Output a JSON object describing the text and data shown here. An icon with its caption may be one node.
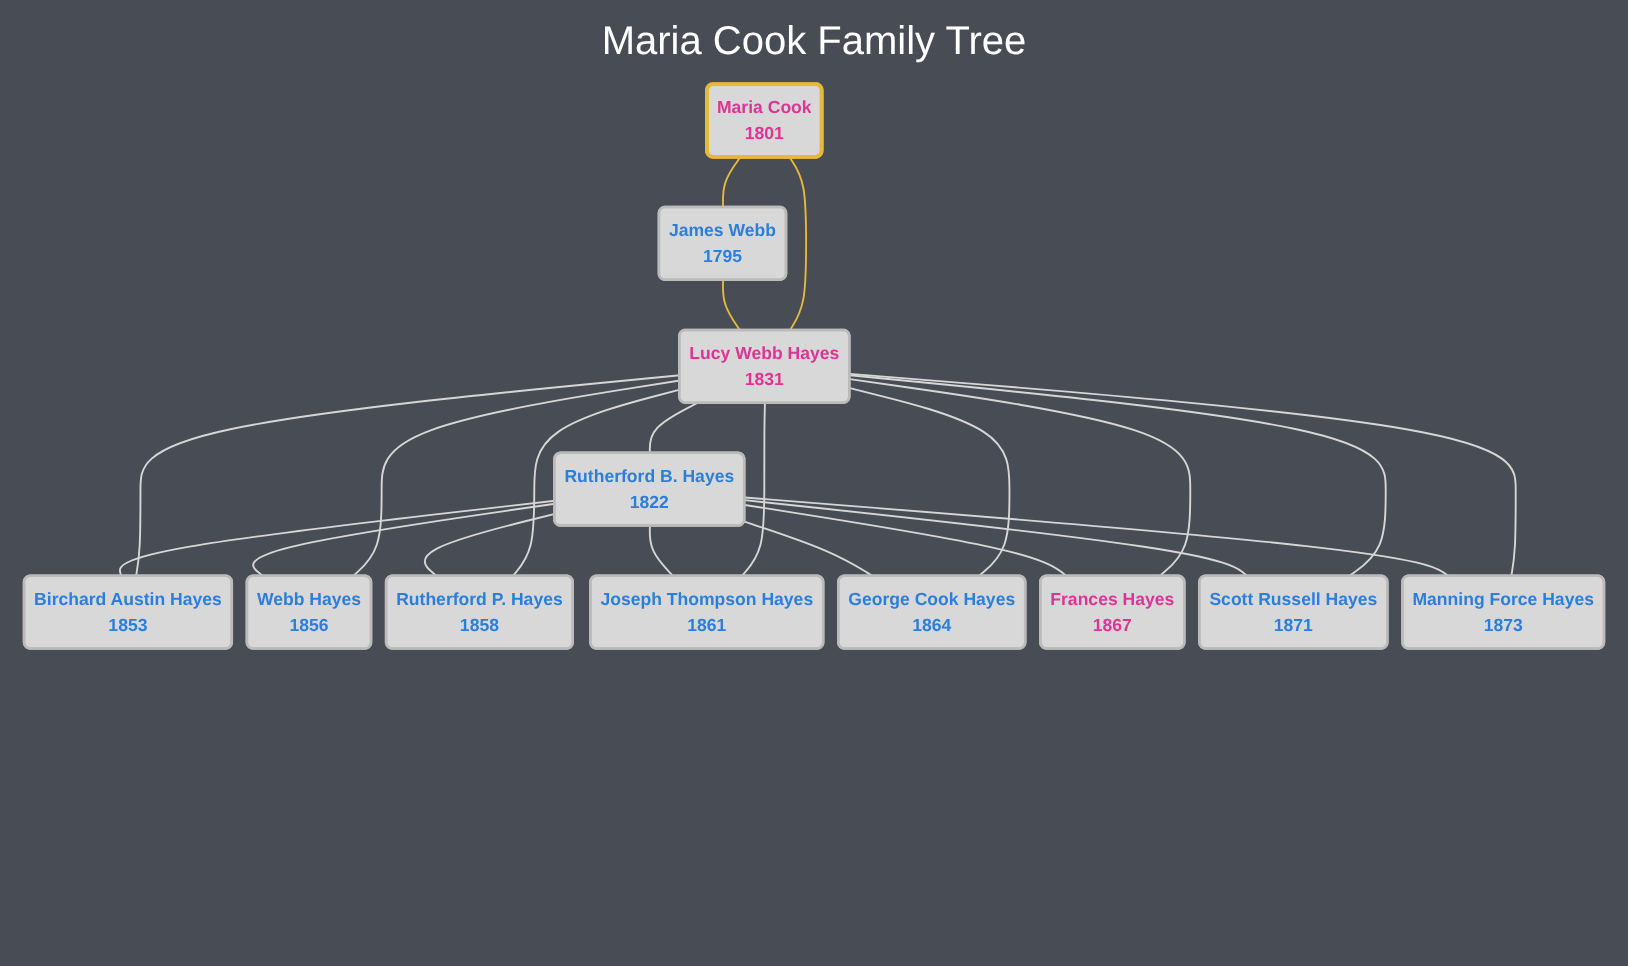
{
  "diagram": {
    "title": "Maria Cook Family Tree",
    "nodes": [
      {
        "text": [
          "James Webb",
          "1795"
        ]
      },
      {
        "text": [
          "Maria Cook",
          "1801"
        ]
      },
      {
        "text": [
          "Rutherford B. Hayes",
          "1822"
        ]
      },
      {
        "text": [
          "Lucy Webb Hayes",
          "1831"
        ]
      },
      {
        "text": [
          "Birchard Austin Hayes",
          "1853"
        ]
      },
      {
        "text": [
          "Webb Hayes",
          "1856"
        ]
      },
      {
        "text": [
          "Rutherford P. Hayes",
          "1858"
        ]
      },
      {
        "text": [
          "Joseph Thompson Hayes",
          "1861"
        ]
      },
      {
        "text": [
          "George Cook Hayes",
          "1864"
        ]
      },
      {
        "text": [
          "Frances Hayes",
          "1867"
        ]
      },
      {
        "text": [
          "Scott Russell Hayes",
          "1871"
        ]
      },
      {
        "text": [
          "Manning Force Hayes",
          "1873"
        ]
      }
    ],
    "edges": [
      {
        "from": 0,
        "to": 1,
        "arrow": "none",
        "color": "#e6b93a"
      },
      {
        "from": 0,
        "to": 3,
        "arrow": "none",
        "color": "#e6b93a"
      },
      {
        "from": 1,
        "to": 3,
        "arrow": "none",
        "color": "#e6b93a"
      },
      {
        "from": 2,
        "to": 3,
        "arrow": "none"
      },
      {
        "from": 2,
        "to": 4,
        "arrow": "none"
      },
      {
        "from": 3,
        "to": 4,
        "arrow": "none"
      },
      {
        "from": 2,
        "to": 5,
        "arrow": "none"
      },
      {
        "from": 3,
        "to": 5,
        "arrow": "none"
      },
      {
        "from": 2,
        "to": 6,
        "arrow": "none"
      },
      {
        "from": 3,
        "to": 6,
        "arrow": "none"
      },
      {
        "from": 2,
        "to": 7,
        "arrow": "none"
      },
      {
        "from": 3,
        "to": 7,
        "arrow": "none"
      },
      {
        "from": 2,
        "to": 8,
        "arrow": "none"
      },
      {
        "from": 3,
        "to": 8,
        "arrow": "none"
      },
      {
        "from": 2,
        "to": 9,
        "arrow": "none"
      },
      {
        "from": 3,
        "to": 9,
        "arrow": "none"
      },
      {
        "from": 2,
        "to": 10,
        "arrow": "none"
      },
      {
        "from": 3,
        "to": 10,
        "arrow": "none"
      },
      {
        "from": 2,
        "to": 11,
        "arrow": "none"
      },
      {
        "from": 3,
        "to": 11,
        "arrow": "none"
      }
    ]
  }
}
